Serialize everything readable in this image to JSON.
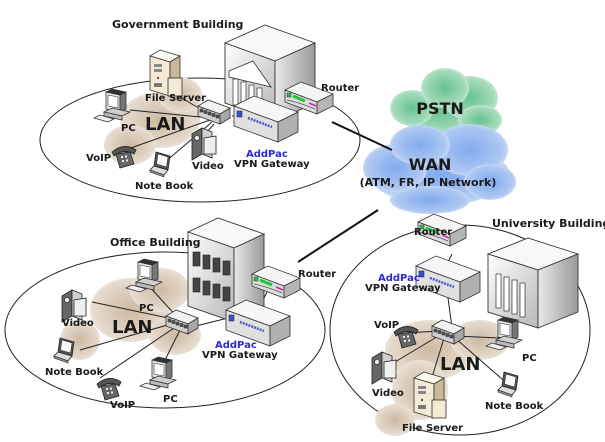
{
  "diagram": {
    "colors": {
      "addpac": "#2a2ad8",
      "pstn_cloud": "#7fcf9f",
      "wan_cloud": "#8fb4ef",
      "lan_cloud": "#d9cbb8",
      "router_led_green": "#22c43a",
      "router_led_magenta": "#d020c0"
    },
    "clouds": {
      "pstn": {
        "title": "PSTN"
      },
      "wan": {
        "title": "WAN",
        "subtitle": "(ATM, FR, IP Network)"
      }
    },
    "sites": {
      "government": {
        "title": "Government Building",
        "lan": "LAN",
        "router": "Router",
        "gateway_brand": "AddPac",
        "gateway_label": "VPN Gateway",
        "devices": {
          "file_server": "File Server",
          "pc": "PC",
          "voip": "VoIP",
          "notebook": "Note Book",
          "video": "Video"
        }
      },
      "office": {
        "title": "Office Building",
        "lan": "LAN",
        "router": "Router",
        "gateway_brand": "AddPac",
        "gateway_label": "VPN Gateway",
        "devices": {
          "pc_top": "PC",
          "video": "Video",
          "notebook": "Note Book",
          "voip": "VoIP",
          "pc_bottom": "PC"
        }
      },
      "university": {
        "title": "University Building",
        "lan": "LAN",
        "router": "Router",
        "gateway_brand": "AddPac",
        "gateway_label": "VPN Gateway",
        "devices": {
          "voip": "VoIP",
          "pc": "PC",
          "video": "Video",
          "file_server": "File Server",
          "notebook": "Note Book"
        }
      }
    }
  }
}
